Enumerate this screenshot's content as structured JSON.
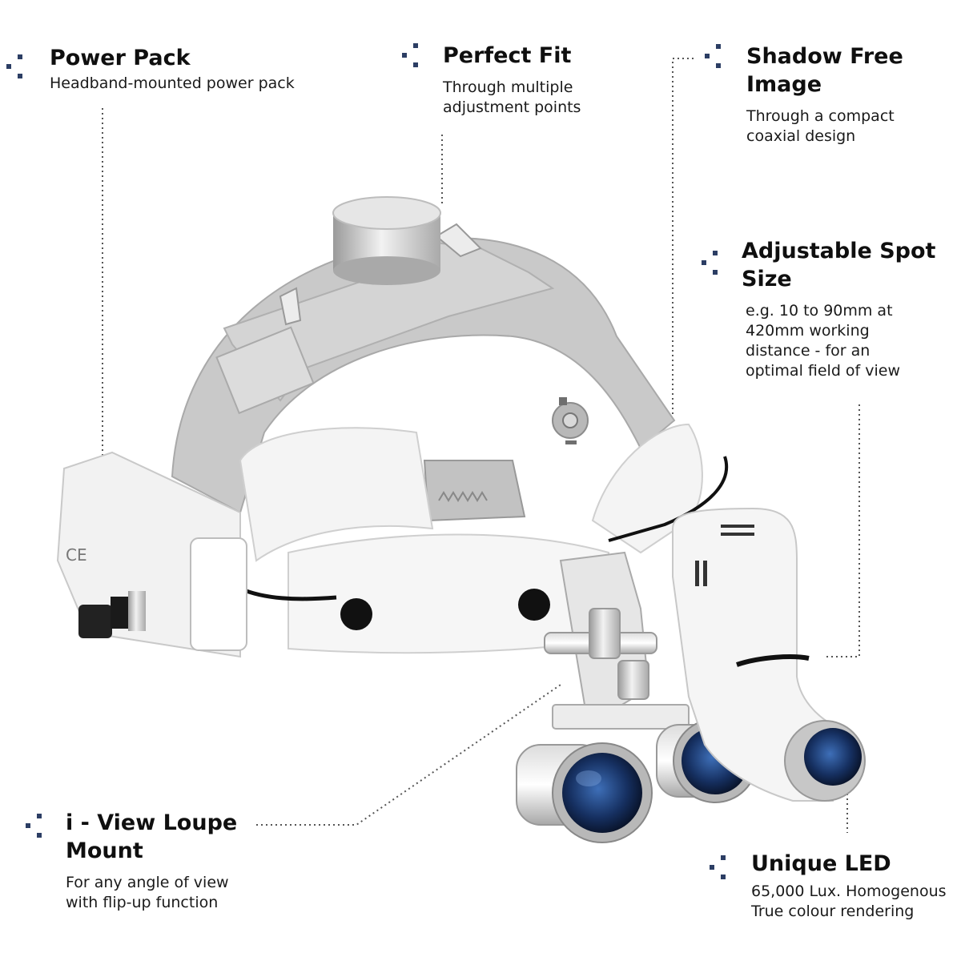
{
  "features": {
    "power_pack": {
      "title": "Power Pack",
      "desc": [
        "Headband-mounted power pack"
      ]
    },
    "perfect_fit": {
      "title": "Perfect Fit",
      "desc": [
        "Through multiple",
        "adjustment points"
      ]
    },
    "shadow_free": {
      "title": [
        "Shadow Free",
        "Image"
      ],
      "desc": [
        "Through a compact",
        "coaxial design"
      ]
    },
    "spot_size": {
      "title": [
        "Adjustable Spot",
        "Size"
      ],
      "desc": [
        "e.g. 10 to 90mm at",
        "420mm working",
        "distance - for an",
        "optimal field of view"
      ]
    },
    "loupe_mount": {
      "title": [
        "i - View Loupe",
        "Mount"
      ],
      "desc": [
        "For any angle of view",
        "with flip-up function"
      ]
    },
    "unique_led": {
      "title": "Unique LED",
      "desc": [
        "65,000 Lux. Homogenous",
        "True colour rendering"
      ]
    }
  },
  "product_image": {
    "marking": "CE"
  },
  "colors": {
    "marker": "#2c3e64",
    "headband": "#c9c9c9",
    "lens": "#1f3d7a"
  }
}
